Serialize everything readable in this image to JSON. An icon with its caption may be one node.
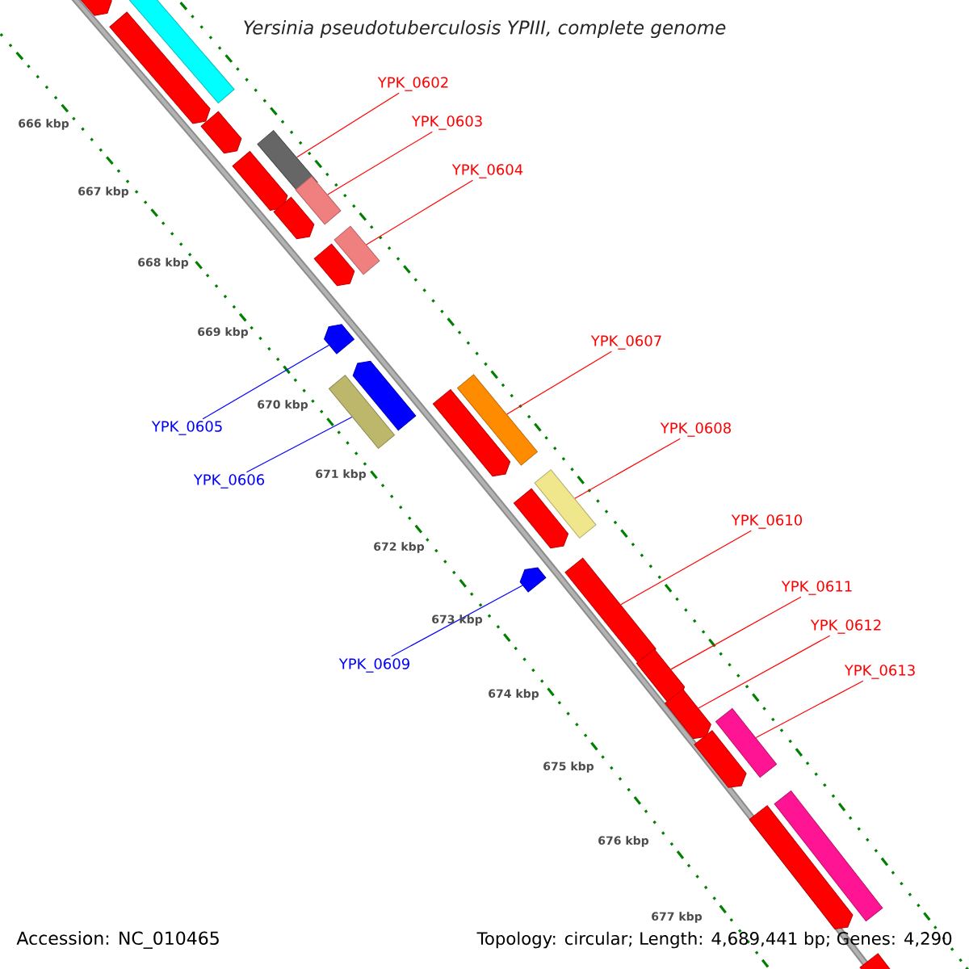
{
  "diagram": {
    "title": "Yersinia pseudotuberculosis YPIII, complete genome",
    "nodes": [
      {
        "text": [],
        "shape": "pentagon"
      },
      {
        "text": [],
        "shape": "box"
      },
      {
        "text": [],
        "shape": "pentagon"
      },
      {
        "text": [],
        "shape": "pentagon"
      },
      {
        "text": [],
        "shape": "box"
      },
      {
        "text": [],
        "shape": "pentagon"
      },
      {
        "text": [],
        "shape": "box"
      },
      {
        "text": [],
        "shape": "pentagon"
      },
      {
        "text": [],
        "shape": "box"
      },
      {
        "text": [],
        "shape": "pentagon"
      },
      {
        "text": [],
        "shape": "pentagon"
      },
      {
        "text": [],
        "shape": "box"
      },
      {
        "text": [],
        "shape": "pentagon"
      },
      {
        "text": [],
        "shape": "box"
      },
      {
        "text": [],
        "shape": "pentagon"
      },
      {
        "text": [],
        "shape": "box"
      },
      {
        "text": [],
        "shape": "pentagon"
      },
      {
        "text": [],
        "shape": "pentagon"
      },
      {
        "text": [],
        "shape": "pentagon"
      },
      {
        "text": [],
        "shape": "pentagon"
      },
      {
        "text": [],
        "shape": "pentagon"
      },
      {
        "text": [],
        "shape": "box"
      },
      {
        "text": [],
        "shape": "pentagon"
      },
      {
        "text": [],
        "shape": "pentagon"
      },
      {
        "text": [],
        "shape": "box"
      },
      {
        "text": [],
        "shape": "pentagon"
      },
      {
        "text": [
          "YPK_0602"
        ]
      },
      {
        "text": [
          "YPK_0603"
        ]
      },
      {
        "text": [
          "YPK_0604"
        ]
      },
      {
        "text": [
          "YPK_0605"
        ]
      },
      {
        "text": [
          "YPK_0606"
        ]
      },
      {
        "text": [
          "YPK_0607"
        ]
      },
      {
        "text": [
          "YPK_0608"
        ]
      },
      {
        "text": [
          "YPK_0609"
        ]
      },
      {
        "text": [
          "YPK_0610"
        ]
      },
      {
        "text": [
          "YPK_0611"
        ]
      },
      {
        "text": [
          "YPK_0612"
        ]
      },
      {
        "text": [
          "YPK_0613"
        ]
      }
    ],
    "edges": [
      {
        "from": 26,
        "to": 4,
        "arrow": "none"
      },
      {
        "from": 27,
        "to": 6,
        "arrow": "none"
      },
      {
        "from": 28,
        "to": 8,
        "arrow": "none"
      },
      {
        "from": 29,
        "to": 10,
        "arrow": "none",
        "color": "#0000ff"
      },
      {
        "from": 30,
        "to": 11,
        "arrow": "none",
        "color": "#0000ff"
      },
      {
        "from": 31,
        "to": 13,
        "arrow": "none"
      },
      {
        "from": 32,
        "to": 15,
        "arrow": "none"
      },
      {
        "from": 33,
        "to": 17,
        "arrow": "none",
        "color": "#0000ff"
      },
      {
        "from": 34,
        "to": 18,
        "arrow": "none"
      },
      {
        "from": 35,
        "to": 19,
        "arrow": "none"
      },
      {
        "from": 36,
        "to": 20,
        "arrow": "none"
      },
      {
        "from": 37,
        "to": 21,
        "arrow": "none"
      }
    ],
    "labels": [
      "666 kbp",
      "667 kbp",
      "668 kbp",
      "669 kbp",
      "670 kbp",
      "671 kbp",
      "672 kbp",
      "673 kbp",
      "674 kbp",
      "675 kbp",
      "676 kbp",
      "677 kbp",
      "Accession: NC_010465",
      "Topology: circular; Length: 4,689,441 bp; Genes: 4,290"
    ]
  }
}
